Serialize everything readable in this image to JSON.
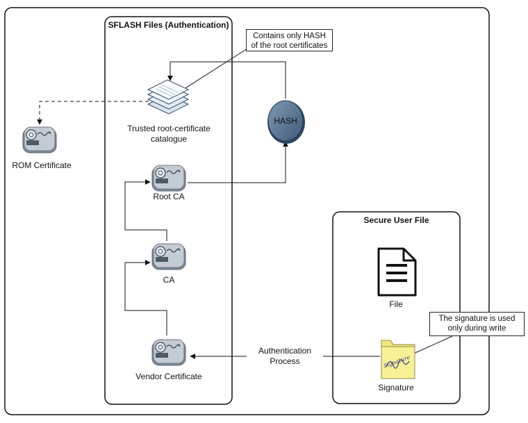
{
  "sflash": {
    "title": "SFLASH Files (Authentication)"
  },
  "secure_user_file": {
    "title": "Secure User File"
  },
  "callouts": {
    "hash_note": "Contains only HASH\nof the root certificates",
    "signature_note": "The signature is used\nonly during write"
  },
  "nodes": {
    "catalogue": "Trusted root-certificate\ncatalogue",
    "rom_certificate": "ROM Certificate",
    "root_ca": "Root CA",
    "ca": "CA",
    "vendor_certificate": "Vendor Certificate",
    "hash": "HASH",
    "file": "File",
    "signature": "Signature",
    "signature_script": "Signature"
  },
  "edges": {
    "authentication": "Authentication\nProcess"
  },
  "colors": {
    "cert_fill": "#8d9aa8",
    "cert_body": "#c7ccd3",
    "hash_fill": "#5b7694",
    "folder_fill": "#f7f193",
    "doc_fill": "#e3edf6"
  }
}
